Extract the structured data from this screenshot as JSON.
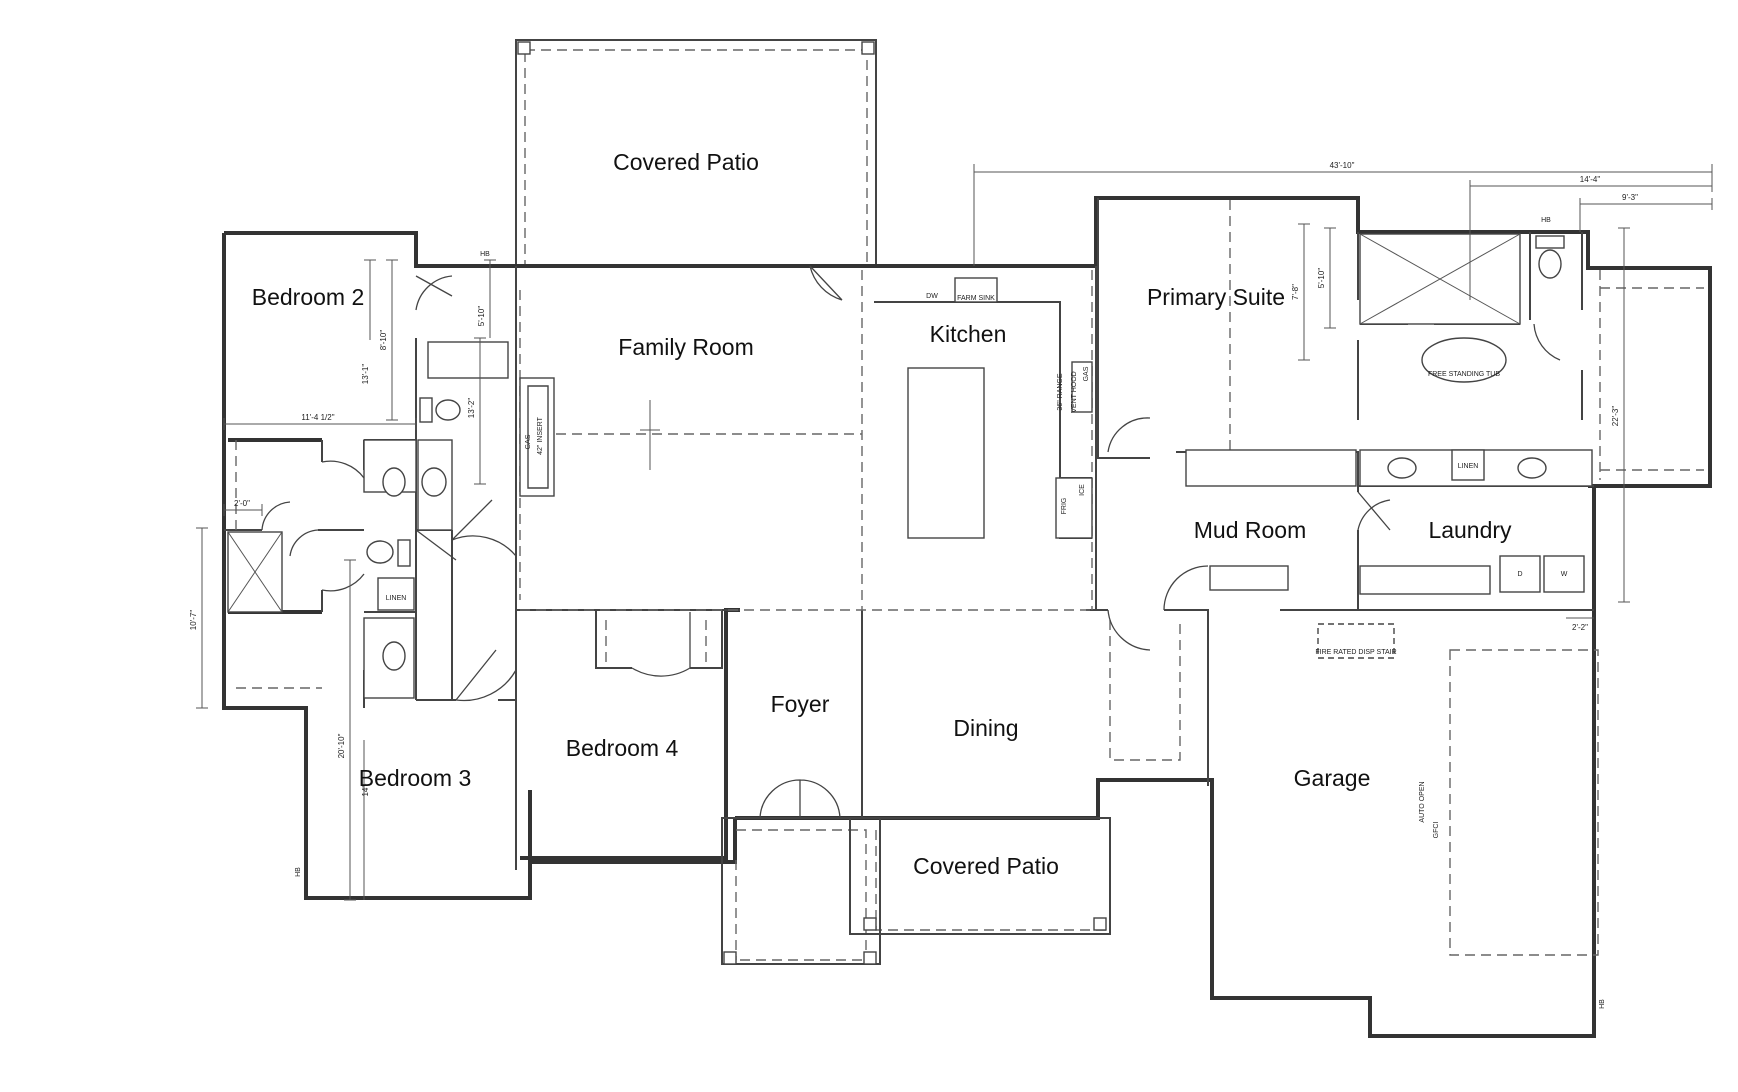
{
  "rooms": {
    "covered_patio_rear": "Covered Patio",
    "bedroom_2": "Bedroom 2",
    "family_room": "Family Room",
    "kitchen": "Kitchen",
    "primary_suite": "Primary Suite",
    "mud_room": "Mud Room",
    "laundry": "Laundry",
    "foyer": "Foyer",
    "dining": "Dining",
    "bedroom_4": "Bedroom 4",
    "bedroom_3": "Bedroom 3",
    "garage": "Garage",
    "covered_patio_front": "Covered Patio"
  },
  "notes": {
    "dw": "DW",
    "farm_sink": "FARM SINK",
    "range": "36\" RANGE",
    "vent_hood": "VENT HOOD",
    "gas": "GAS",
    "frig": "FRIG",
    "ice": "ICE",
    "linen_primary": "LINEN",
    "linen_hall": "LINEN",
    "free_standing_tub": "FREE STANDING TUB",
    "fire_rated_stair": "FIRE RATED DISP STAIR",
    "dryer": "D",
    "washer": "W",
    "hb_1": "HB",
    "hb_2": "HB",
    "hb_3": "HB",
    "hb_4": "HB",
    "fireplace_insert": "42\" INSERT",
    "fireplace_gas": "GAS",
    "auto_opener": "AUTO OPEN",
    "gfci": "GFCI"
  },
  "dimensions": {
    "d_43_10": "43'-10\"",
    "d_14_4": "14'-4\"",
    "d_9_3": "9'-3\"",
    "d_22_3": "22'-3\"",
    "d_5_10_primary": "5'-10\"",
    "d_7_8": "7'-8\"",
    "d_2_2": "2'-2\"",
    "d_13_1": "13'-1\"",
    "d_8_10": "8'-10\"",
    "d_5_10_hall": "5'-10\"",
    "d_13_2": "13'-2\"",
    "d_11_4": "11'-4 1/2\"",
    "d_2_0": "2'-0\"",
    "d_10_7": "10'-7\"",
    "d_20_10": "20'-10\"",
    "d_14": "14'-"
  }
}
